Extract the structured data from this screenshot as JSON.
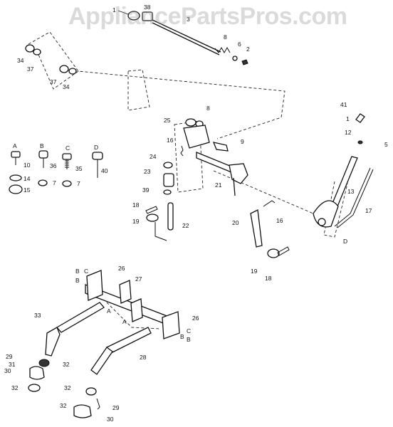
{
  "watermark": "AppliancePartsPros.com",
  "labels": {
    "l1a": "1",
    "l38": "38",
    "l3": "3",
    "l8a": "8",
    "l6": "6",
    "l2": "2",
    "l34a": "34",
    "l37a": "37",
    "l37b": "37",
    "l34b": "34",
    "l25": "25",
    "l8b": "8",
    "l9": "9",
    "l41": "41",
    "l1b": "1",
    "l12": "12",
    "l5": "5",
    "lA": "A",
    "lB": "B",
    "lC": "C",
    "lD": "D",
    "l10": "10",
    "l36": "36",
    "l35": "35",
    "l40": "40",
    "l14": "14",
    "l15": "15",
    "l7a": "7",
    "l7b": "7",
    "l16a": "16",
    "l24": "24",
    "l23": "23",
    "l39": "39",
    "l21": "21",
    "l13": "13",
    "l17": "17",
    "lD2": "D",
    "l18a": "18",
    "l19a": "19",
    "l22": "22",
    "l20": "20",
    "l16b": "16",
    "l19b": "19",
    "l18b": "18",
    "lB1": "B",
    "lC1": "C",
    "lB2": "B",
    "l26a": "26",
    "l27": "27",
    "lA1": "A",
    "l33": "33",
    "lA2": "A",
    "l26b": "26",
    "lC2": "C",
    "lB3": "B",
    "lB4": "B",
    "l29a": "29",
    "l31": "31",
    "l30a": "30",
    "l32a": "32",
    "l32b": "32",
    "l28": "28",
    "l32c": "32",
    "l32d": "32",
    "l29b": "29",
    "l30b": "30"
  }
}
